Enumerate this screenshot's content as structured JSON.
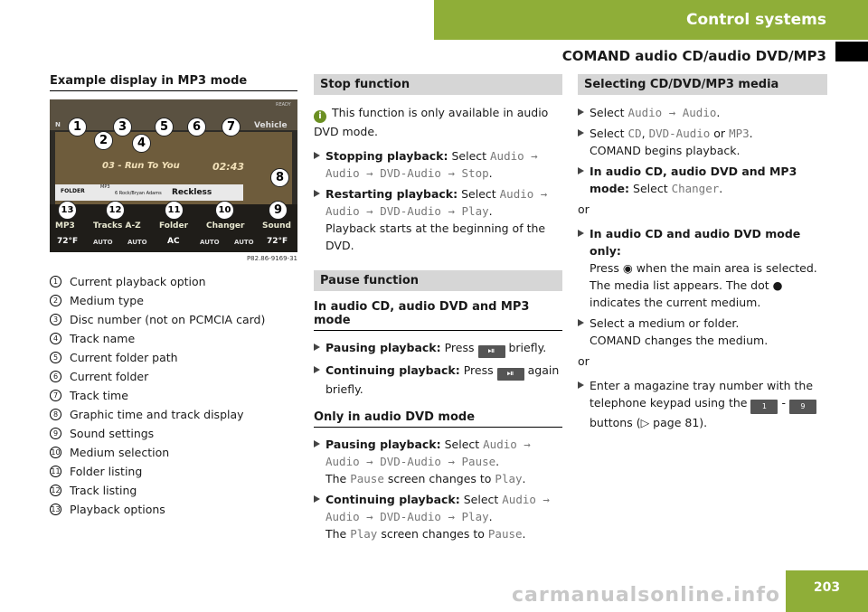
{
  "header": {
    "tab_title": "Control systems",
    "section_title": "COMAND audio CD/audio DVD/MP3"
  },
  "col1": {
    "heading": "Example display in MP3 mode",
    "figure": {
      "ref": "P82.86-9169-31",
      "top_left": "N",
      "vehicle": "Vehicle",
      "ready": "READY",
      "track": "03 - Run To You",
      "time": "02:43",
      "folder": "FOLDER",
      "folder_info": "6 Rock/Bryan Adams",
      "mp3_tag": "MP3",
      "current_folder": "Reckless",
      "menu": [
        "MP3",
        "Tracks A-Z",
        "Folder",
        "Changer",
        "Sound"
      ],
      "climate": {
        "left": "72°F",
        "auto1": "AUTO",
        "auto2": "AUTO",
        "ac": "AC",
        "auto3": "AUTO",
        "auto4": "AUTO",
        "right": "72°F"
      },
      "bubbles": [
        "1",
        "2",
        "3",
        "4",
        "5",
        "6",
        "7",
        "8",
        "9",
        "10",
        "11",
        "12",
        "13"
      ]
    },
    "legend": [
      {
        "n": "1",
        "text": "Current playback option"
      },
      {
        "n": "2",
        "text": "Medium type"
      },
      {
        "n": "3",
        "text": "Disc number (not on PCMCIA card)"
      },
      {
        "n": "4",
        "text": "Track name"
      },
      {
        "n": "5",
        "text": "Current folder path"
      },
      {
        "n": "6",
        "text": "Current folder"
      },
      {
        "n": "7",
        "text": "Track time"
      },
      {
        "n": "8",
        "text": "Graphic time and track display"
      },
      {
        "n": "9",
        "text": "Sound settings"
      },
      {
        "n": "10",
        "text": "Medium selection"
      },
      {
        "n": "11",
        "text": "Folder listing"
      },
      {
        "n": "12",
        "text": "Track listing"
      },
      {
        "n": "13",
        "text": "Playback options"
      }
    ]
  },
  "col2": {
    "stop_heading": "Stop function",
    "stop_note": "This function is only available in audio DVD mode.",
    "stop_b1_label": "Stopping playback:",
    "stop_b1_pre": "Select",
    "stop_b1_path": "Audio → Audio → DVD-Audio → Stop",
    "stop_b2_label": "Restarting playback:",
    "stop_b2_pre": "Select",
    "stop_b2_path": "Audio → Audio → DVD-Audio → Play",
    "stop_b2_after": "Playback starts at the beginning of the DVD.",
    "pause_heading": "Pause function",
    "pause_sub1": "In audio CD, audio DVD and MP3 mode",
    "pause_b1_label": "Pausing playback:",
    "pause_b1_pre": "Press",
    "pause_b1_post": "briefly.",
    "pause_b2_label": "Continuing playback:",
    "pause_b2_pre": "Press",
    "pause_b2_post": "again briefly.",
    "pause_sub2": "Only in audio DVD mode",
    "pause_b3_label": "Pausing playback:",
    "pause_b3_pre": "Select",
    "pause_b3_path": "Audio → Audio → DVD-Audio → Pause",
    "pause_b3_after1": "The",
    "pause_b3_m1": "Pause",
    "pause_b3_after2": "screen changes to",
    "pause_b3_m2": "Play",
    "pause_b4_label": "Continuing playback:",
    "pause_b4_pre": "Select",
    "pause_b4_path": "Audio → Audio → DVD-Audio → Play",
    "pause_b4_after1": "The",
    "pause_b4_m1": "Play",
    "pause_b4_after2": "screen changes to",
    "pause_b4_m2": "Pause",
    "key_label": "⏯"
  },
  "col3": {
    "heading": "Selecting CD/DVD/MP3 media",
    "b1_pre": "Select",
    "b1_path": "Audio → Audio",
    "b2_pre": "Select",
    "b2_m1": "CD",
    "b2_m2": "DVD-Audio",
    "b2_or": "or",
    "b2_m3": "MP3",
    "b2_after": "COMAND begins playback.",
    "b3_label": "In audio CD, audio DVD and MP3 mode:",
    "b3_pre": "Select",
    "b3_m": "Changer",
    "or1": "or",
    "b4_label": "In audio CD and audio DVD mode only:",
    "b4_text1": "Press",
    "b4_text2": "when the main area is selected.",
    "b4_text3": "The media list appears. The dot",
    "b4_text4": "indicates the current medium.",
    "b5_text": "Select a medium or folder.",
    "b5_after": "COMAND changes the medium.",
    "or2": "or",
    "b6_text1": "Enter a magazine tray number with the telephone keypad using the",
    "b6_key1": "1",
    "b6_dash": "-",
    "b6_key2": "9",
    "b6_text2": "buttons (▷ page 81)."
  },
  "footer": {
    "page": "203",
    "watermark": "carmanualsonline.info"
  }
}
